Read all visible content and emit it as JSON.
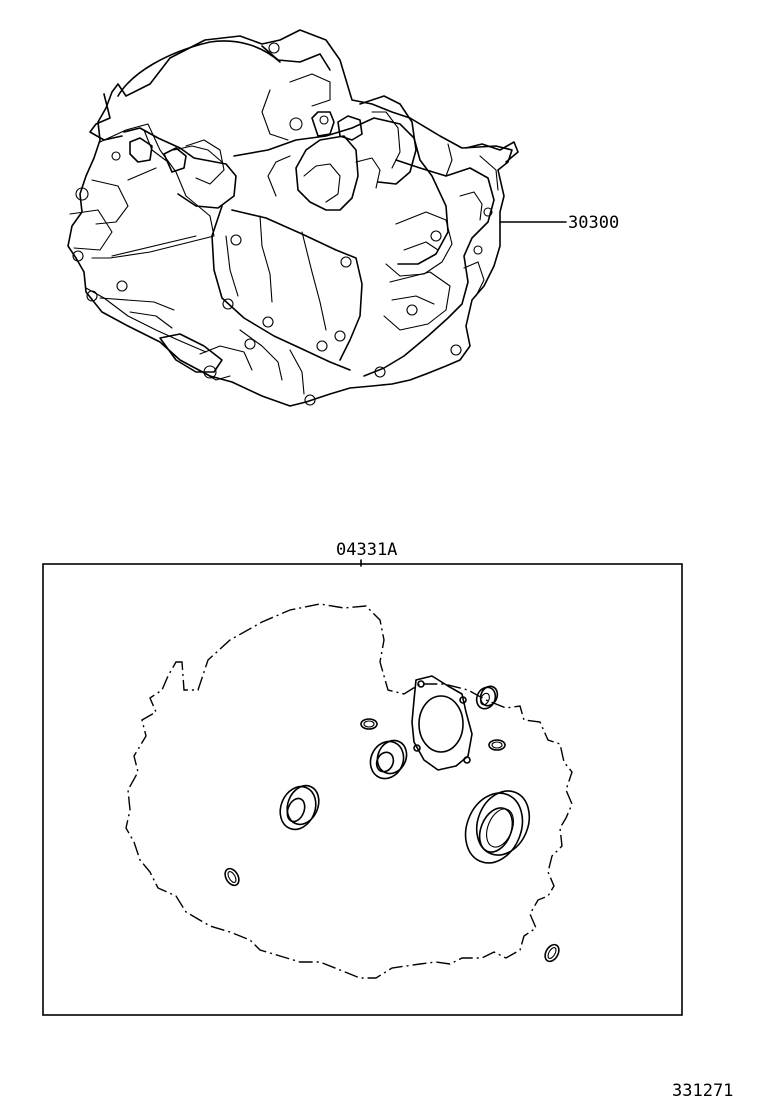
{
  "diagram": {
    "part_transaxle": "30300",
    "part_gasket_kit": "04331A",
    "illustration_number": "331271"
  }
}
